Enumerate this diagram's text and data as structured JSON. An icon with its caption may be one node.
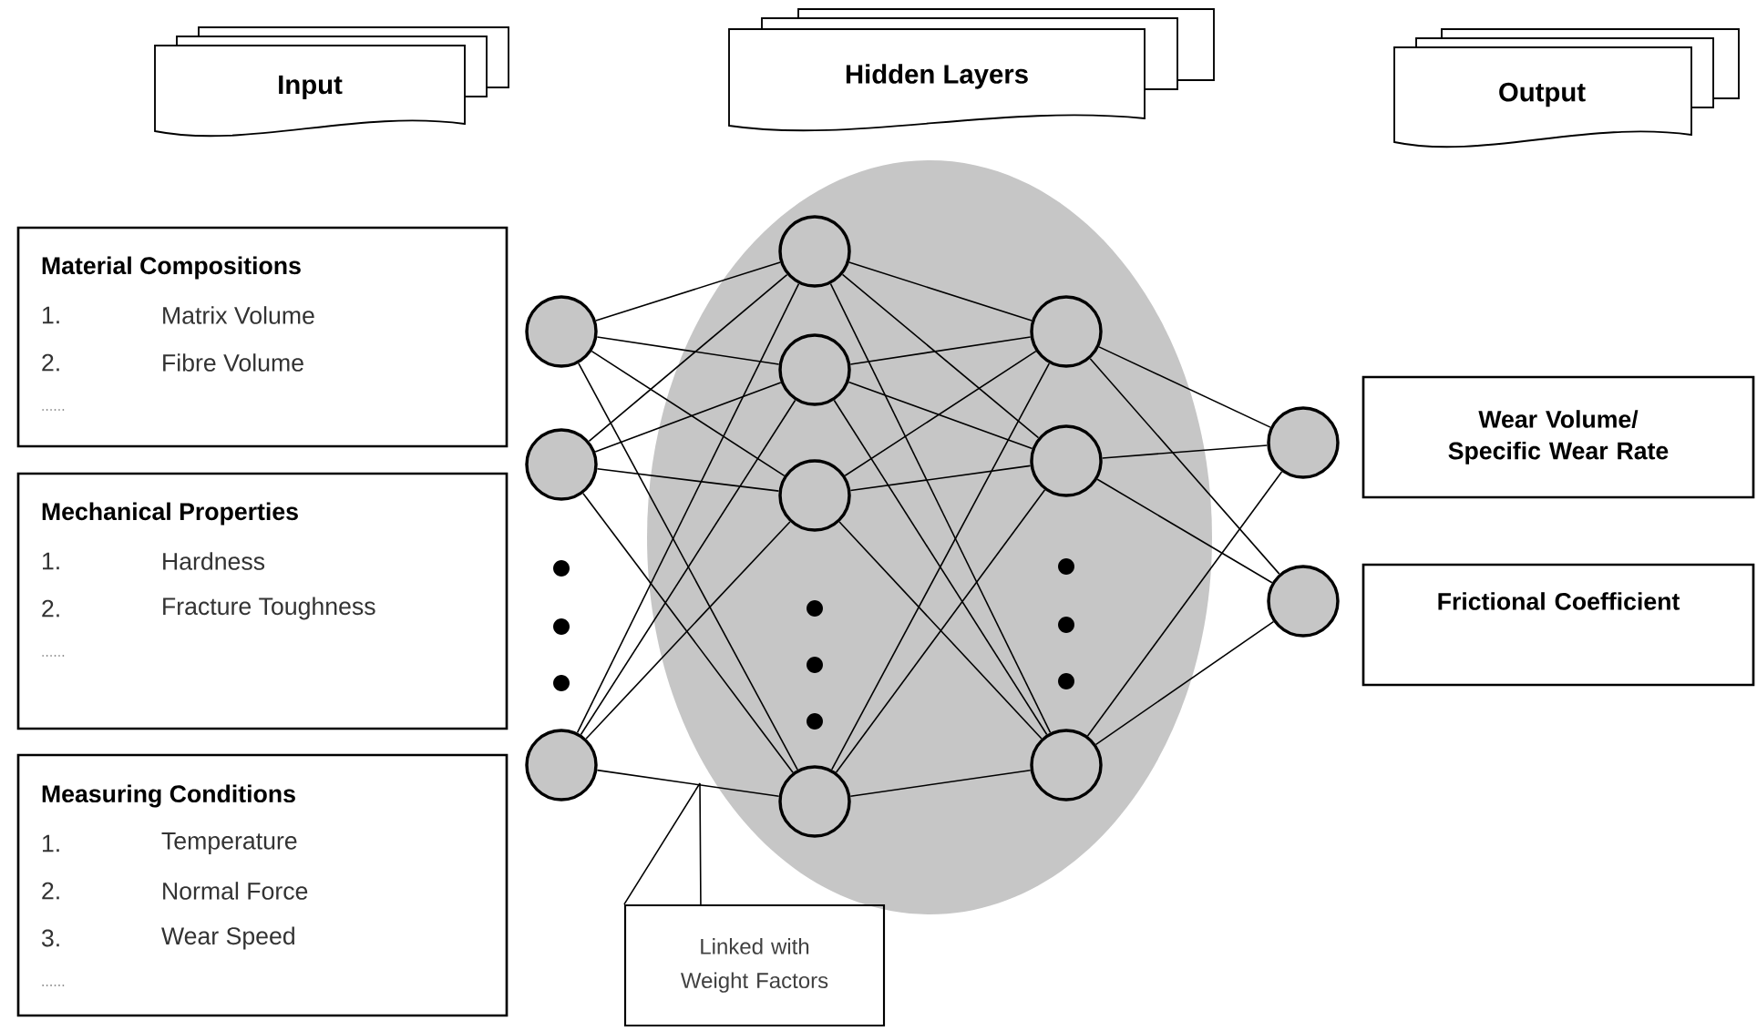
{
  "diagram": {
    "nodes": [
      {
        "text": [
          "Input"
        ]
      },
      {
        "text": [
          "Hidden Layers"
        ]
      },
      {
        "text": [
          "Output"
        ]
      },
      {
        "text": [
          "Material Compositions",
          "1.",
          "Matrix Volume",
          "2.",
          "Fibre Volume",
          "......"
        ]
      },
      {
        "text": [
          "Mechanical Properties",
          "1.",
          "Hardness",
          "2.",
          "Fracture Toughness",
          "......"
        ]
      },
      {
        "text": [
          "Measuring Conditions",
          "1.",
          "Temperature",
          "2.",
          "Normal Force",
          "3.",
          "Wear Speed",
          "......"
        ]
      },
      {
        "text": [],
        "shape": "circle"
      },
      {
        "text": [],
        "shape": "circle"
      },
      {
        "text": [],
        "shape": "circle"
      },
      {
        "text": [],
        "shape": "circle"
      },
      {
        "text": [],
        "shape": "circle"
      },
      {
        "text": [],
        "shape": "circle"
      },
      {
        "text": [],
        "shape": "circle"
      },
      {
        "text": [],
        "shape": "circle"
      },
      {
        "text": [],
        "shape": "circle"
      },
      {
        "text": [],
        "shape": "circle"
      },
      {
        "text": [],
        "shape": "circle"
      },
      {
        "text": [],
        "shape": "circle"
      },
      {
        "text": [
          "Wear Volume/ Specific Wear Rate"
        ]
      },
      {
        "text": [
          "Frictional Coefficient"
        ]
      },
      {
        "text": [
          "Linked with Weight Factors"
        ]
      }
    ],
    "edges": [
      {
        "from": 6,
        "to": 9,
        "arrow": "none"
      },
      {
        "from": 6,
        "to": 10,
        "arrow": "none"
      },
      {
        "from": 6,
        "to": 11,
        "arrow": "none"
      },
      {
        "from": 6,
        "to": 12,
        "arrow": "none"
      },
      {
        "from": 7,
        "to": 9,
        "arrow": "none"
      },
      {
        "from": 7,
        "to": 10,
        "arrow": "none"
      },
      {
        "from": 7,
        "to": 11,
        "arrow": "none"
      },
      {
        "from": 7,
        "to": 12,
        "arrow": "none"
      },
      {
        "from": 8,
        "to": 9,
        "arrow": "none"
      },
      {
        "from": 8,
        "to": 10,
        "arrow": "none"
      },
      {
        "from": 8,
        "to": 11,
        "arrow": "none"
      },
      {
        "from": 8,
        "to": 12,
        "arrow": "none"
      },
      {
        "from": 9,
        "to": 13,
        "arrow": "none"
      },
      {
        "from": 9,
        "to": 14,
        "arrow": "none"
      },
      {
        "from": 9,
        "to": 15,
        "arrow": "none"
      },
      {
        "from": 10,
        "to": 13,
        "arrow": "none"
      },
      {
        "from": 10,
        "to": 14,
        "arrow": "none"
      },
      {
        "from": 10,
        "to": 15,
        "arrow": "none"
      },
      {
        "from": 11,
        "to": 13,
        "arrow": "none"
      },
      {
        "from": 11,
        "to": 14,
        "arrow": "none"
      },
      {
        "from": 11,
        "to": 15,
        "arrow": "none"
      },
      {
        "from": 12,
        "to": 13,
        "arrow": "none"
      },
      {
        "from": 12,
        "to": 14,
        "arrow": "none"
      },
      {
        "from": 12,
        "to": 15,
        "arrow": "none"
      },
      {
        "from": 13,
        "to": 16,
        "arrow": "none"
      },
      {
        "from": 13,
        "to": 17,
        "arrow": "none"
      },
      {
        "from": 14,
        "to": 16,
        "arrow": "none"
      },
      {
        "from": 14,
        "to": 17,
        "arrow": "none"
      },
      {
        "from": 15,
        "to": 16,
        "arrow": "none"
      },
      {
        "from": 15,
        "to": 17,
        "arrow": "none"
      },
      {
        "from": 20,
        "to": null,
        "arrow": "none"
      }
    ]
  }
}
